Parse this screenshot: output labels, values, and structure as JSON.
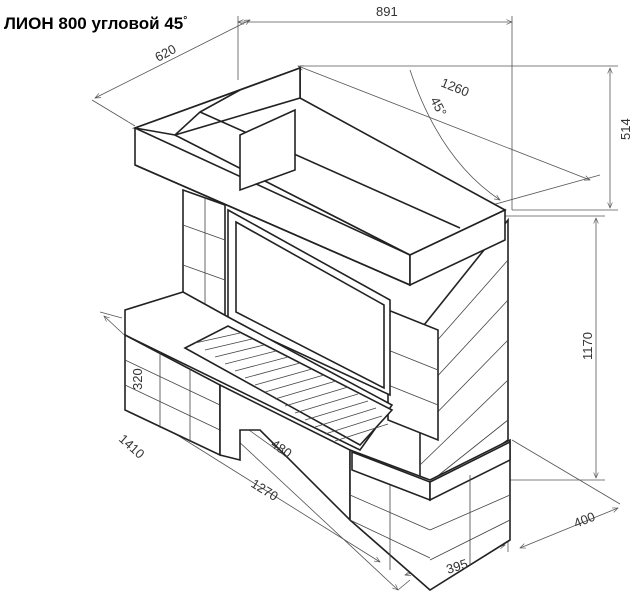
{
  "title": "ЛИОН 800 угловой 45",
  "title_degree": "°",
  "dimensions": {
    "top_width": "891",
    "depth": "620",
    "diagonal": "1260",
    "angle": "45°",
    "top_height": "514",
    "total_height": "1170",
    "plinth_height": "320",
    "total_width": "1410",
    "inner_width": "1270",
    "hearth_width": "480",
    "side_width": "395",
    "side_depth": "400"
  }
}
